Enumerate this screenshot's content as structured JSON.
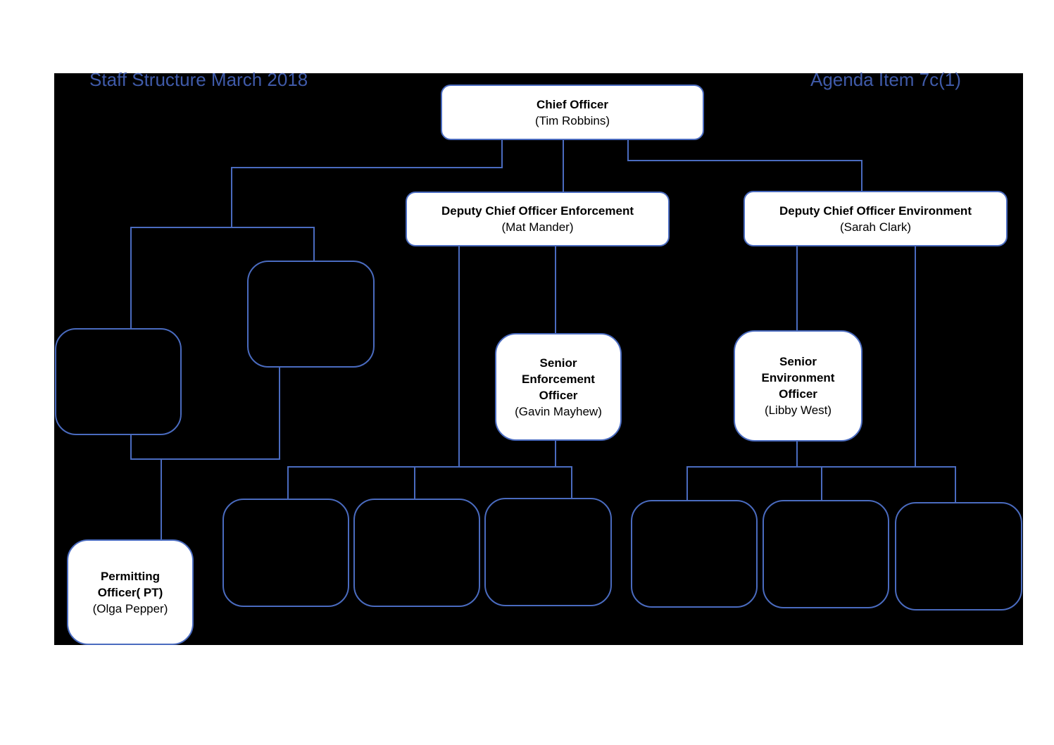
{
  "header": {
    "left_title": "Staff Structure March 2018",
    "right_title": "Agenda Item 7c(1)"
  },
  "colors": {
    "background": "#000000",
    "page": "#ffffff",
    "line": "#4a6bbf",
    "header_text": "#3f5aa8",
    "box_fill": "#ffffff"
  },
  "nodes": {
    "chief": {
      "title": "Chief Officer",
      "name": "(Tim Robbins)"
    },
    "deputy_enforcement": {
      "title": "Deputy Chief Officer Enforcement",
      "name": "(Mat Mander)"
    },
    "deputy_environment": {
      "title": "Deputy Chief Officer Environment",
      "name": "(Sarah Clark)"
    },
    "senior_enforcement": {
      "title_line1": "Senior",
      "title_line2": "Enforcement",
      "title_line3": "Officer",
      "name": "(Gavin Mayhew)"
    },
    "senior_environment": {
      "title_line1": "Senior",
      "title_line2": "Environment",
      "title_line3": "Officer",
      "name": "(Libby West)"
    },
    "permitting": {
      "title_line1": "Permitting",
      "title_line2": "Officer( PT)",
      "name": "(Olga Pepper)"
    }
  }
}
